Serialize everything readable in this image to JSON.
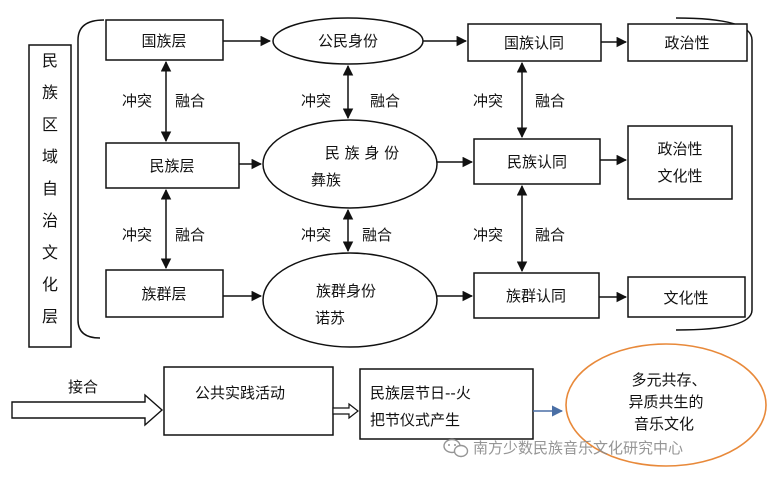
{
  "side_label": [
    "民",
    "族",
    "区",
    "域",
    "自",
    "治",
    "文",
    "化",
    "层"
  ],
  "levels": {
    "national": "国族层",
    "ethnic": "民族层",
    "group": "族群层"
  },
  "identity": {
    "citizen": "公民身份",
    "ethnic_line1": "民 族 身 份",
    "ethnic_line2": "彝族",
    "group_line1": "族群身份",
    "group_line2": "诺苏"
  },
  "recognition": {
    "national": "国族认同",
    "ethnic": "民族认同",
    "group": "族群认同"
  },
  "outcomes": {
    "political": "政治性",
    "political_cultural_line1": "政治性",
    "political_cultural_line2": "文化性",
    "cultural": "文化性"
  },
  "relation": {
    "conflict": "冲突",
    "fusion": "融合"
  },
  "bottom": {
    "connect": "接合",
    "practice": "公共实践活动",
    "festival_line1": "民族层节日--火",
    "festival_line2": "把节仪式产生",
    "result_line1": "多元共存、",
    "result_line2": "异质共生的",
    "result_line3": "音乐文化"
  },
  "watermark": "南方少数民族音乐文化研究中心",
  "colors": {
    "line": "#111111",
    "blue_arrow": "#4a6fa5",
    "orange_ellipse": "#e8893a",
    "watermark": "#8a8a8a"
  }
}
